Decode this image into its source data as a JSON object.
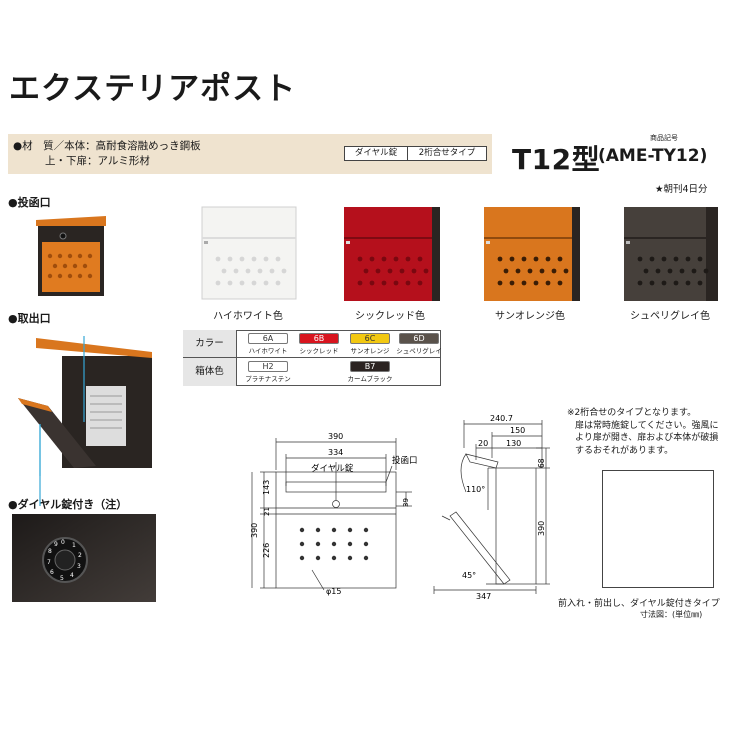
{
  "title": "エクステリアポスト",
  "spec": {
    "material_line1": "●材　質／本体：高耐食溶融めっき鋼板",
    "material_line2": "上・下扉：アルミ形材",
    "tag_lock": "ダイヤル錠",
    "tag_type": "2桁合せタイプ"
  },
  "model": {
    "name": "T12型",
    "code_label": "商品記号",
    "code": "(AME-TY12)",
    "newspaper": "★朝刊4日分"
  },
  "sections": {
    "slot": "●投函口",
    "takeout": "●取出口",
    "dial": "●ダイヤル錠付き（注）"
  },
  "colors": [
    {
      "name": "ハイホワイト色",
      "hex": "#f4f4f2",
      "dot": "#d6d6d6"
    },
    {
      "name": "シックレッド色",
      "hex": "#b5101c",
      "dot": "#7a0810"
    },
    {
      "name": "サンオレンジ色",
      "hex": "#d9761e",
      "dot": "#3a1d06"
    },
    {
      "name": "シュペリグレイ色",
      "hex": "#46403b",
      "dot": "#1e1a17"
    }
  ],
  "color_table": {
    "row1_label": "カラー",
    "row2_label": "箱体色",
    "chips": [
      {
        "code": "6A",
        "sub": "ハイホワイト",
        "bg": "#ffffff",
        "fg": "#333333"
      },
      {
        "code": "6B",
        "sub": "シックレッド",
        "bg": "#d8141e",
        "fg": "#ffffff"
      },
      {
        "code": "6C",
        "sub": "サンオレンジ",
        "bg": "#f2c811",
        "fg": "#333333"
      },
      {
        "code": "6D",
        "sub": "シュペリグレイ",
        "bg": "#5a524b",
        "fg": "#ffffff"
      }
    ],
    "body_chips": [
      {
        "code": "H2",
        "sub": "プラチナステン",
        "bg": "#ffffff",
        "fg": "#333333"
      },
      {
        "code": "B7",
        "sub": "カームブラック",
        "bg": "#2b2321",
        "fg": "#ffffff"
      }
    ]
  },
  "drawing": {
    "front": {
      "w390": "390",
      "w334": "334",
      "dial_label": "ダイヤル錠",
      "slot_label": "投函口",
      "h143": "143",
      "h21": "21",
      "h226": "226",
      "h390": "390",
      "h39": "39",
      "hole": "φ15"
    },
    "side": {
      "d240": "240.7",
      "d150": "150",
      "d20": "20",
      "d130": "130",
      "h68": "68",
      "a110": "110°",
      "h390": "390",
      "a45": "45°",
      "d347": "347"
    }
  },
  "note": {
    "line1": "※2桁合せのタイプとなります。",
    "line2": "扉は常時施錠してください。強風に",
    "line3": "より扉が開き、扉および本体が破損",
    "line4": "するおそれがあります。"
  },
  "caption": "前入れ・前出し、ダイヤル錠付きタイプ",
  "caption_unit": "寸法図：(単位㎜)"
}
